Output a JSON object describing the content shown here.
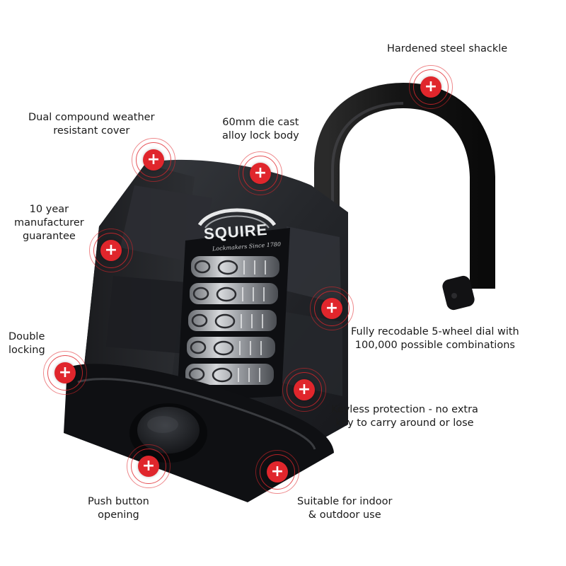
{
  "brand": {
    "name": "SQUIRE",
    "tagline": "Lockmakers Since 1780"
  },
  "accent_color": "#e0262c",
  "features": [
    {
      "id": "shackle",
      "line1": "Hardened steel shackle",
      "line2": ""
    },
    {
      "id": "weather-cover",
      "line1": "Dual compound weather",
      "line2": "resistant cover"
    },
    {
      "id": "lock-body",
      "line1": "60mm die cast",
      "line2": "alloy lock body"
    },
    {
      "id": "guarantee",
      "line1": "10 year",
      "line2": "manufacturer",
      "line3": "guarantee"
    },
    {
      "id": "double-locking",
      "line1": "Double",
      "line2": "locking"
    },
    {
      "id": "dial",
      "line1": "Fully recodable 5-wheel dial with",
      "line2": "100,000 possible combinations"
    },
    {
      "id": "keyless",
      "line1": "Keyless protection - no extra",
      "line2": "key to carry around or lose"
    },
    {
      "id": "push-button",
      "line1": "Push button",
      "line2": "opening"
    },
    {
      "id": "indoor-outdoor",
      "line1": "Suitable for indoor",
      "line2": "& outdoor use"
    }
  ],
  "hotspot_icon": "plus-icon"
}
